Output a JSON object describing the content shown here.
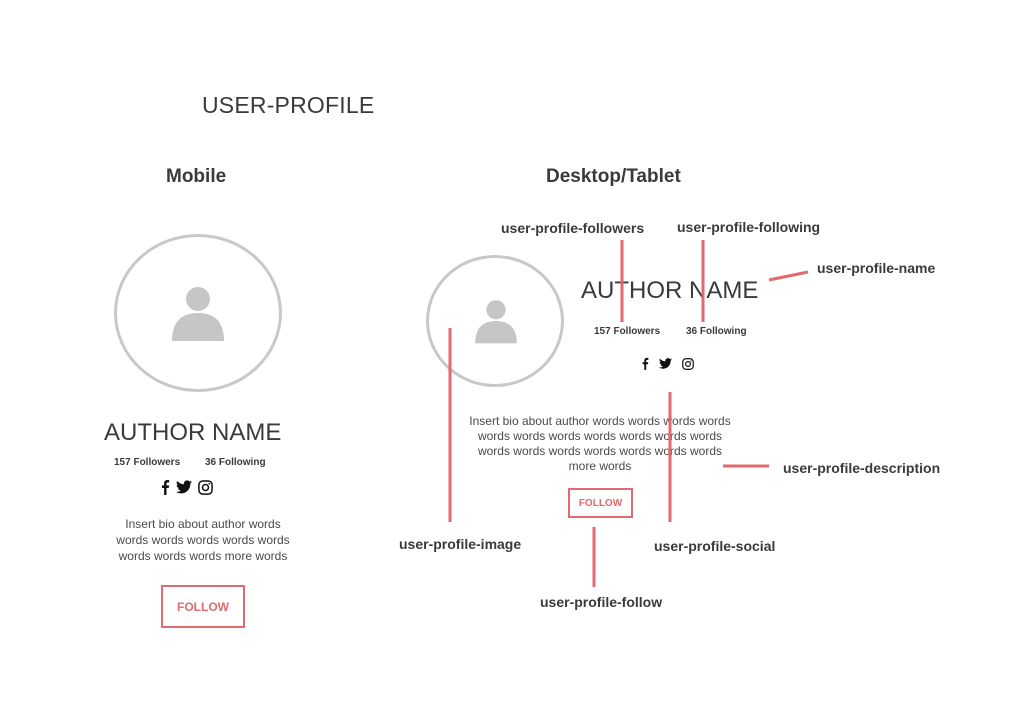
{
  "page": {
    "title": "USER-PROFILE"
  },
  "mobile": {
    "heading": "Mobile",
    "author_name": "AUTHOR NAME",
    "followers": "157 Followers",
    "following": "36 Following",
    "bio_lines": [
      "Insert bio about author words",
      "words words words words words",
      "words words words more words"
    ],
    "follow_label": "FOLLOW"
  },
  "desktop": {
    "heading": "Desktop/Tablet",
    "author_name": "AUTHOR NAME",
    "followers": "157 Followers",
    "following": "36 Following",
    "bio_lines": [
      "Insert bio about author words words words words",
      "words words words words words words words",
      "words words words words words words words",
      "more words"
    ],
    "follow_label": "FOLLOW"
  },
  "annotations": {
    "followers": "user-profile-followers",
    "following": "user-profile-following",
    "name": "user-profile-name",
    "description": "user-profile-description",
    "image": "user-profile-image",
    "social": "user-profile-social",
    "follow": "user-profile-follow"
  },
  "icons": [
    "facebook-icon",
    "twitter-icon",
    "instagram-icon",
    "user-silhouette-icon"
  ],
  "colors": {
    "accent": "#e06a70",
    "avatar_border": "#c8c8c8",
    "silhouette": "#c6c6c6",
    "text": "#3a3a3a"
  }
}
